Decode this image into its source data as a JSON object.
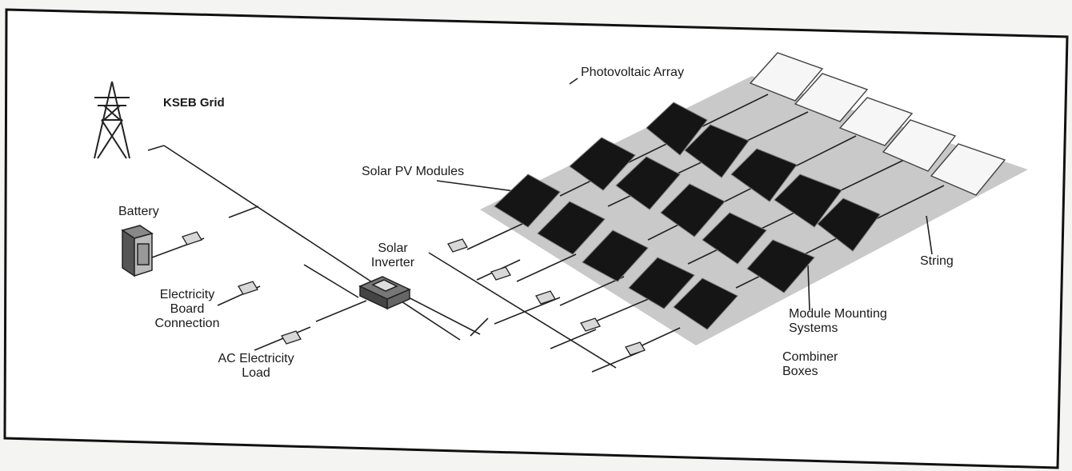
{
  "labels": {
    "grid": "KSEB Grid",
    "array": "Photovoltaic Array",
    "modules": "Solar PV Modules",
    "battery": "Battery",
    "inverter_1": "Solar",
    "inverter_2": "Inverter",
    "eb_1": "Electricity",
    "eb_2": "Board",
    "eb_3": "Connection",
    "ac_1": "AC Electricity",
    "ac_2": "Load",
    "string": "String",
    "mount_1": "Module Mounting",
    "mount_2": "Systems",
    "comb_1": "Combiner",
    "comb_2": "Boxes"
  },
  "icons": [
    "transmission-tower-icon",
    "battery-icon",
    "solar-inverter-icon",
    "switch-icon",
    "solar-panel-icon"
  ]
}
